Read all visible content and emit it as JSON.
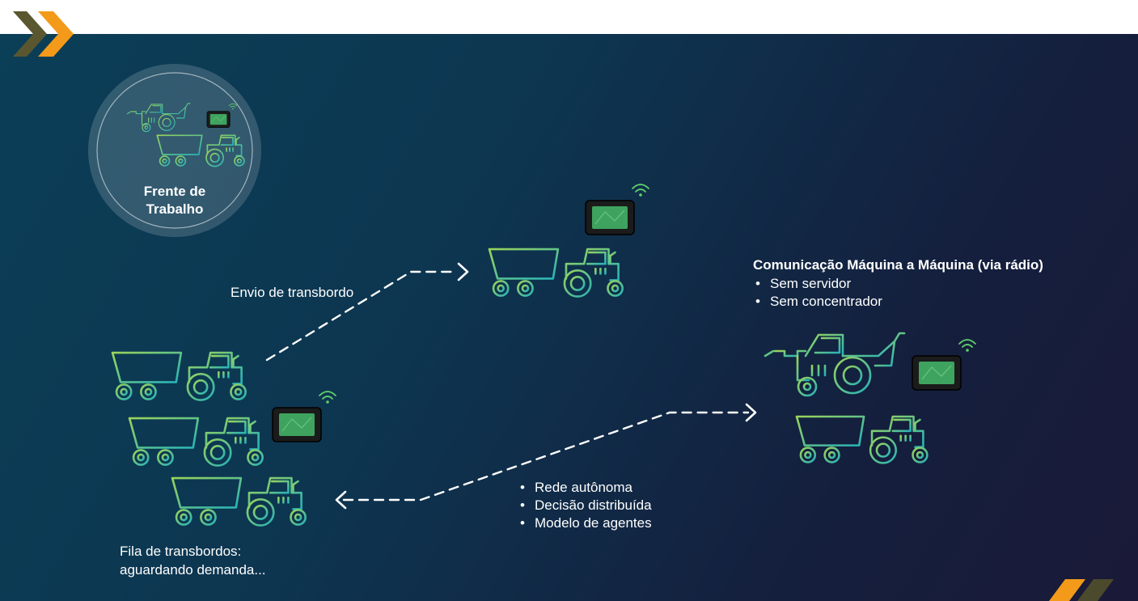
{
  "colors": {
    "bg_dark_1": "#0b3f57",
    "bg_dark_2": "#1a1a38",
    "chevron_orange": "#f39a1a",
    "chevron_olive": "#5a5730",
    "machine_green": "#8fd15a",
    "machine_teal": "#2cb6b0",
    "screen_green": "#3ea35e"
  },
  "work_front_badge": {
    "label_line1": "Frente de",
    "label_line2": "Trabalho"
  },
  "dispatch": {
    "label": "Envio de transbordo"
  },
  "queue": {
    "label_line1": "Fila de transbordos:",
    "label_line2": "aguardando demanda..."
  },
  "m2m": {
    "title": "Comunicação Máquina a Máquina (via rádio)",
    "bullets": [
      "Sem servidor",
      "Sem concentrador"
    ]
  },
  "network": {
    "bullets": [
      "Rede autônoma",
      "Decisão distribuída",
      "Modelo de agentes"
    ]
  },
  "icons": [
    "chevron-right-icon",
    "tractor-icon",
    "harvester-icon",
    "onboard-display-icon",
    "wifi-icon"
  ]
}
